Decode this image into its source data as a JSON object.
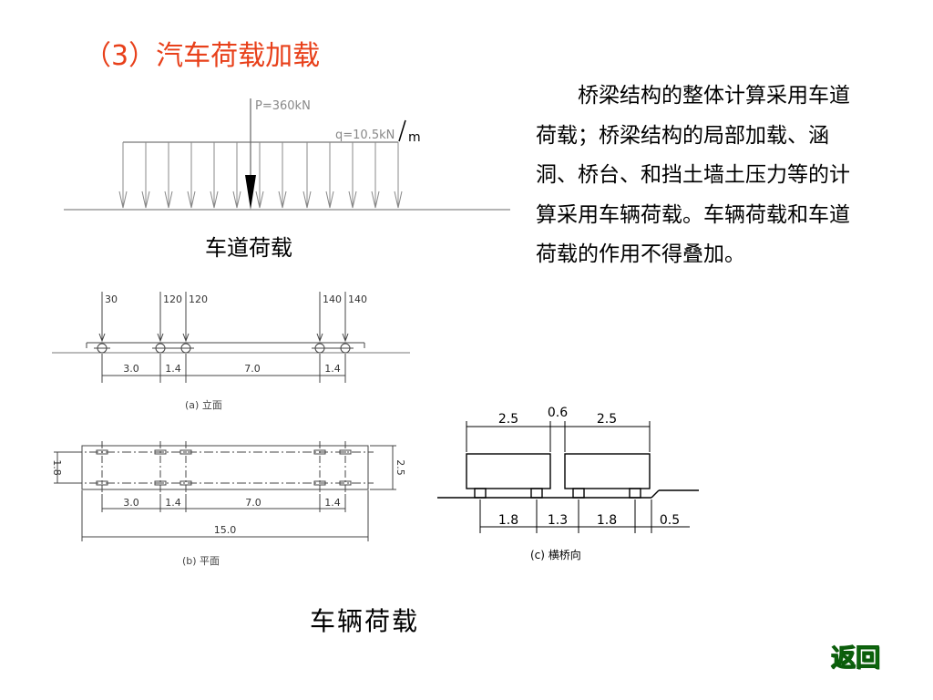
{
  "slide": {
    "title": "（3）汽车荷载加载",
    "body": "桥梁结构的整体计算采用车道荷载；桥梁结构的局部加载、涵洞、桥台、和挡土墙土压力等的计算采用车辆荷载。车辆荷载和车道荷载的作用不得叠加。",
    "return_label": "返回"
  },
  "lane_load": {
    "point_load": "P=360kN",
    "distributed_load": "q=10.5kN",
    "distributed_unit": "m",
    "caption": "车道荷载"
  },
  "vehicle_load": {
    "caption": "车辆荷载",
    "elevation": {
      "axle_loads": [
        "30",
        "120",
        "120",
        "140",
        "140"
      ],
      "spacings": [
        "3.0",
        "1.4",
        "7.0",
        "1.4"
      ],
      "label": "(a)  立面"
    },
    "plan": {
      "spacings": [
        "3.0",
        "1.4",
        "7.0",
        "1.4"
      ],
      "total_length": "15.0",
      "track_width": "1.8",
      "overall_width": "2.5",
      "label": "(b)  平面"
    },
    "transverse": {
      "top_dims": [
        "2.5",
        "0.6",
        "2.5"
      ],
      "bottom_dims": [
        "1.8",
        "1.3",
        "1.8",
        "0.5"
      ],
      "label": "(c)    横桥向"
    }
  }
}
